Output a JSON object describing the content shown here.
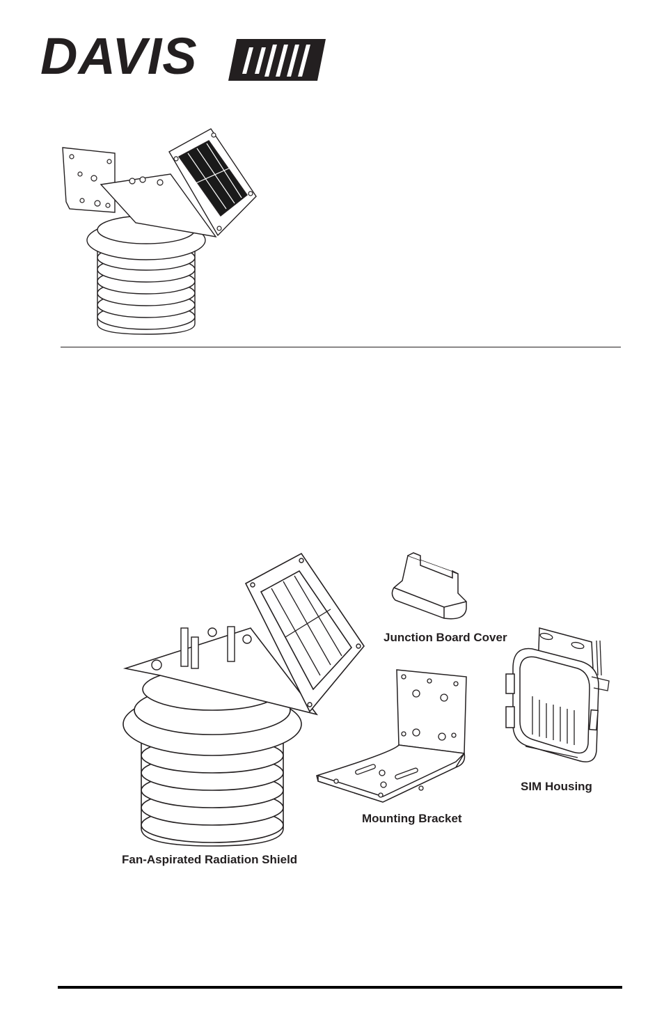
{
  "brand": {
    "name": "DAVIS"
  },
  "labels": {
    "junction_board_cover": "Junction Board Cover",
    "sim_housing": "SIM Housing",
    "mounting_bracket": "Mounting Bracket",
    "fan_shield": "Fan-Aspirated Radiation Shield"
  },
  "colors": {
    "ink": "#231f20",
    "panel_dark": "#1a1a1a"
  }
}
